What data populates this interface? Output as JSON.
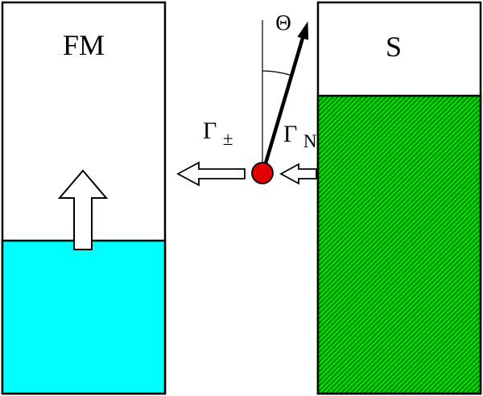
{
  "diagram": {
    "fm": {
      "label": "FM"
    },
    "s": {
      "label": "S"
    },
    "theta": {
      "label": "Θ"
    },
    "gamma_pm": {
      "base": "Γ",
      "sub": "±"
    },
    "gamma_n": {
      "base": "Γ",
      "sub": "N"
    },
    "colors": {
      "fm_fill": "#00ffff",
      "s_fill": "#00d600",
      "s_hatch": "#003f00",
      "particle": "#e00000"
    }
  }
}
